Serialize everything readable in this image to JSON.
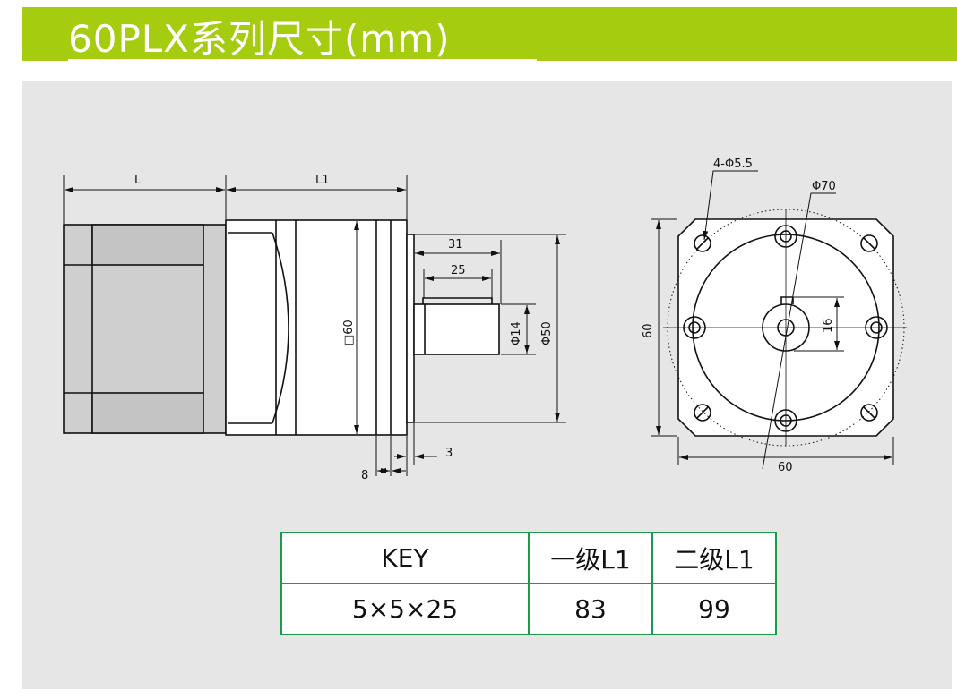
{
  "title": "60PLX系列尺寸(mm)",
  "colors": {
    "brand_green": "#a6cc10",
    "table_border": "#1a9a4a",
    "motor_gray": "#cfcfcf",
    "panel_bg": "#e6e6e6"
  },
  "side_view": {
    "L": "L",
    "L1": "L1",
    "d31": "31",
    "d25": "25",
    "sq60": "□60",
    "phi14": "Φ14",
    "phi50": "Φ50",
    "d3": "3",
    "d8": "8"
  },
  "front_view": {
    "holes": "4-Φ5.5",
    "phi70": "Φ70",
    "h60": "60",
    "w60": "60",
    "d16": "16"
  },
  "table": {
    "headers": [
      "KEY",
      "一级L1",
      "二级L1"
    ],
    "row": [
      "5×5×25",
      "83",
      "99"
    ]
  }
}
